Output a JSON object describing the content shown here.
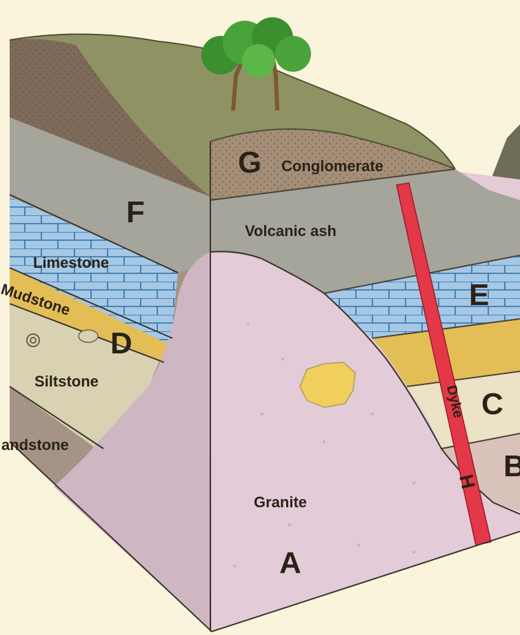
{
  "diagram": {
    "letters": {
      "A": "A",
      "B": "B",
      "C": "C",
      "D": "D",
      "E": "E",
      "F": "F",
      "G": "G",
      "H": "H"
    },
    "labels": {
      "conglomerate": "Conglomerate",
      "volcanic_ash": "Volcanic ash",
      "limestone": "Limestone",
      "mudstone": "Mudstone",
      "siltstone": "Siltstone",
      "sandstone": "andstone",
      "granite": "Granite",
      "dyke": "Dyke"
    },
    "colors": {
      "background": "#fbf4dd",
      "grass": "#8f9363",
      "conglomerate": "#a48e78",
      "volcanic_ash": "#a5a59c",
      "limestone": "#a5c8e6",
      "mudstone": "#e3be57",
      "siltstone": "#d8d2b3",
      "sandstone": "#a59486",
      "granite": "#e4cbd8",
      "dyke": "#e23848",
      "inclusion": "#f1cf5d"
    }
  }
}
